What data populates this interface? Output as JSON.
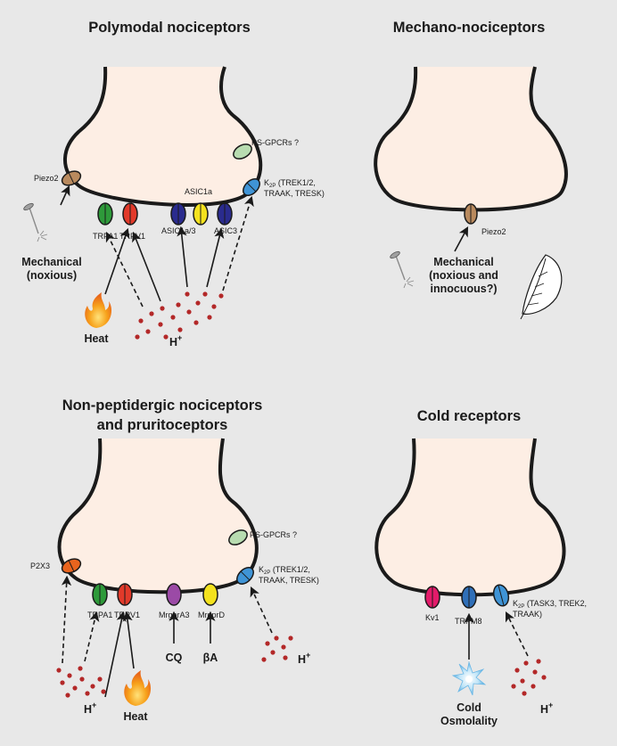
{
  "palette": {
    "background": "#e8e8e8",
    "terminal_fill": "#fdeee4",
    "outline": "#1a1a1a",
    "proton_dot": "#b32828"
  },
  "panels": {
    "polymodal": {
      "title": "Polymodal nociceptors",
      "channels": {
        "piezo2": "Piezo2",
        "trpa1": "TRPA1",
        "trpv1": "TRPV1",
        "asic1a3": "ASIC1a/3",
        "asic1a": "ASIC1a",
        "asic3": "ASIC3",
        "ps_gpcrs": "PS-GPCRs ?",
        "k2p_main": "K",
        "k2p_sub": "2P",
        "k2p_line1": " (TREK1/2,",
        "k2p_line2": "TRAAK, TRESK)"
      },
      "stimuli": {
        "mechanical_line1": "Mechanical",
        "mechanical_line2": "(noxious)",
        "heat": "Heat",
        "h_base": "H",
        "h_sup": "+"
      }
    },
    "mechano": {
      "title": "Mechano-nociceptors",
      "channels": {
        "piezo2": "Piezo2"
      },
      "stimuli": {
        "line1": "Mechanical",
        "line2": "(noxious and",
        "line3": "innocuous?)"
      }
    },
    "nonpeptidergic": {
      "title_line1": "Non-peptidergic nociceptors",
      "title_line2": "and pruritoceptors",
      "channels": {
        "p2x3": "P2X3",
        "trpa1": "TRPA1",
        "trpv1": "TRPV1",
        "mrgpra3": "MrgprA3",
        "mrgprd": "MrgprD",
        "ps_gpcrs": "PS-GPCRs ?",
        "k2p_main": "K",
        "k2p_sub": "2P",
        "k2p_line1": " (TREK1/2,",
        "k2p_line2": "TRAAK, TRESK)"
      },
      "stimuli": {
        "cq": "CQ",
        "beta_a": "βA",
        "heat": "Heat",
        "h_base": "H",
        "h_sup": "+"
      }
    },
    "cold": {
      "title": "Cold receptors",
      "channels": {
        "kv1": "Kv1",
        "trpm8": "TRPM8",
        "k2p_main": "K",
        "k2p_sub": "2P",
        "k2p_line1": " (TASK3, TREK2,",
        "k2p_line2": "TRAAK)"
      },
      "stimuli": {
        "cold": "Cold",
        "osmolality": "Osmolality",
        "h_base": "H",
        "h_sup": "+"
      }
    }
  }
}
